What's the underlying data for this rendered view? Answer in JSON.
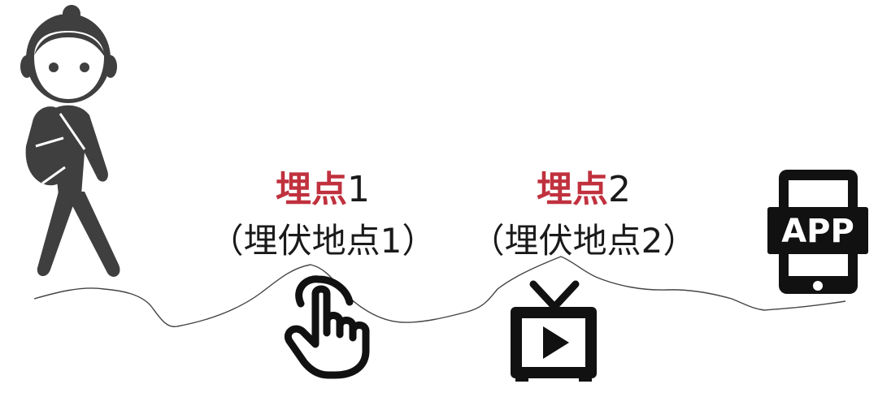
{
  "colors": {
    "accent": "#c0313e",
    "icon": "#111111",
    "figure": "#3f3f3f",
    "terrain_line": "#444444"
  },
  "points": [
    {
      "accent_text": "埋点",
      "number_text": "1",
      "subtitle": "（埋伏地点1）",
      "icon": "tap-hand-icon"
    },
    {
      "accent_text": "埋点",
      "number_text": "2",
      "subtitle": "（埋伏地点2）",
      "icon": "tv-play-icon"
    }
  ],
  "walker": {
    "icon": "walking-person-with-backpack-icon"
  },
  "app": {
    "label": "APP",
    "icon": "smartphone-app-icon"
  }
}
